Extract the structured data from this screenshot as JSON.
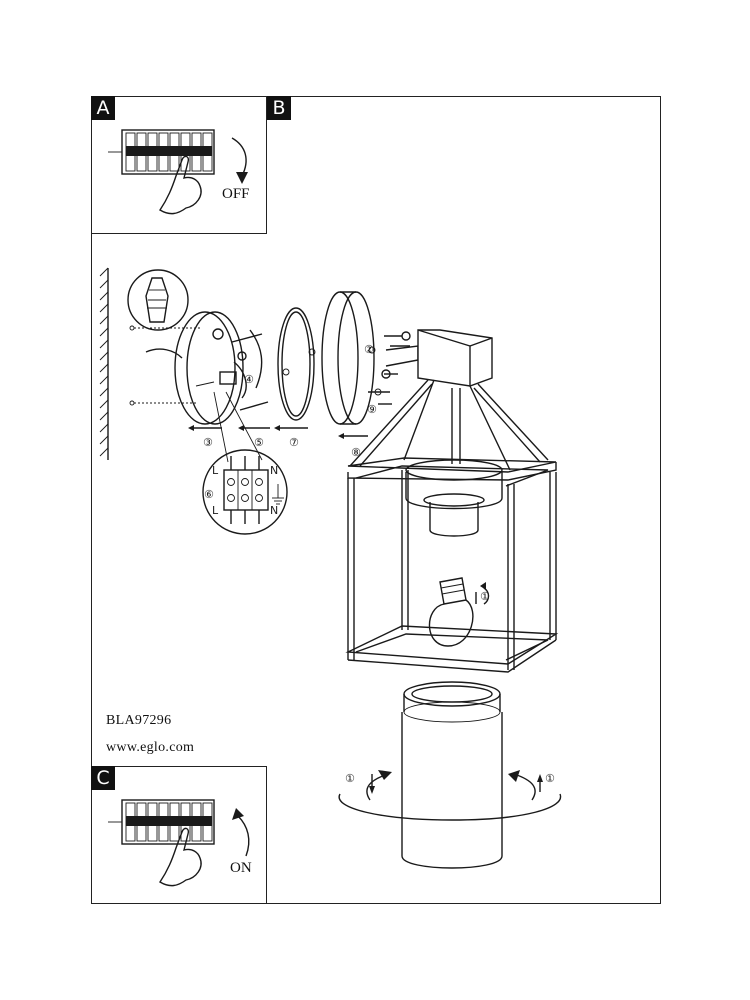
{
  "panels": {
    "a": {
      "label": "A",
      "action_label": "OFF"
    },
    "b": {
      "label": "B"
    },
    "c": {
      "label": "C",
      "action_label": "ON"
    }
  },
  "product": {
    "code": "BLA97296",
    "url": "www.eglo.com"
  },
  "step_numbers": [
    "①",
    "②",
    "③",
    "④",
    "⑤",
    "⑥",
    "⑦",
    "⑧",
    "⑨"
  ],
  "terminal_labels": {
    "left_top": "L",
    "right_top": "N",
    "left_bottom": "L",
    "right_bottom": "N"
  },
  "colors": {
    "line": "#1a1a1a",
    "background": "#ffffff"
  }
}
